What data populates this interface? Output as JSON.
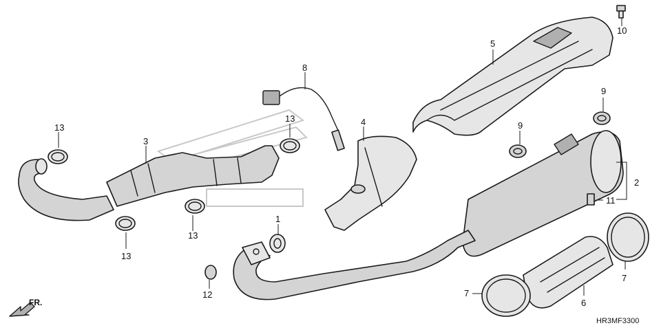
{
  "diagram": {
    "callouts": {
      "c1": "1",
      "c2": "2",
      "c3": "3",
      "c4": "4",
      "c5": "5",
      "c6": "6",
      "c7a": "7",
      "c7b": "7",
      "c8": "8",
      "c9a": "9",
      "c9b": "9",
      "c10": "10",
      "c11": "11",
      "c12": "12",
      "c13a": "13",
      "c13b": "13",
      "c13c": "13",
      "c13d": "13"
    },
    "direction_label": "FR.",
    "diagram_code": "HR3MF3300"
  }
}
